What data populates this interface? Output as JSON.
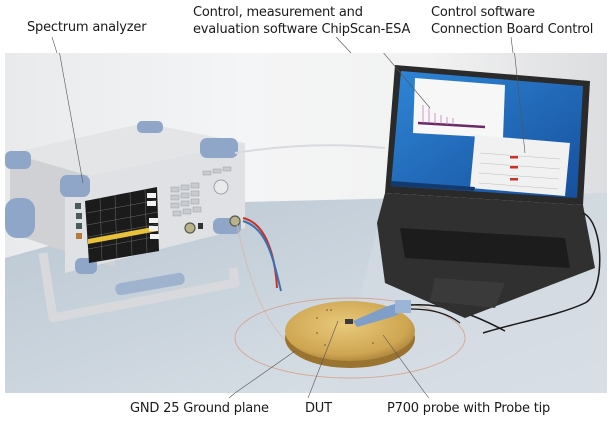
{
  "figure": {
    "type": "labeled-equipment-photo",
    "labels": {
      "spectrum_analyzer": "Spectrum analyzer",
      "chipscan_line1": "Control, measurement and",
      "chipscan_line2": "evaluation software ChipScan-ESA",
      "control_sw_line1": "Control software",
      "control_sw_line2": "Connection Board Control",
      "ground_plane": "GND 25 Ground plane",
      "dut": "DUT",
      "probe": "P700 probe with Probe tip"
    },
    "colors": {
      "instrument_body": "#d9dadc",
      "instrument_bumper": "#8fa6c8",
      "screen_bg": "#1b1b1b",
      "trace_yellow": "#e7c23a",
      "laptop_body": "#2a2a2a",
      "desktop_blue": "#1f6fc2",
      "ground_plane_brass": "#cfa652",
      "probe_blue": "#7f9fc9",
      "cable_red": "#c8322a",
      "cable_blue": "#3a6fb3",
      "table_surface": "#c9d3dc"
    }
  }
}
